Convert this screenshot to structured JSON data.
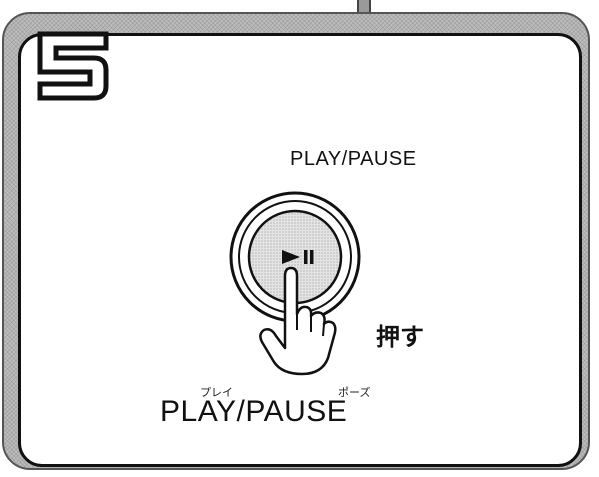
{
  "step": {
    "number": "5"
  },
  "button": {
    "heading": "PLAY/PAUSE",
    "push_label": "押す",
    "reading_play": "プレイ",
    "reading_pause": "ポーズ",
    "bottom_label": "PLAY/PAUSE",
    "icon": "play-pause-icon"
  },
  "colors": {
    "frame": "#bdbdbd",
    "ink": "#111111",
    "button_fill": "#d6d6d6"
  }
}
